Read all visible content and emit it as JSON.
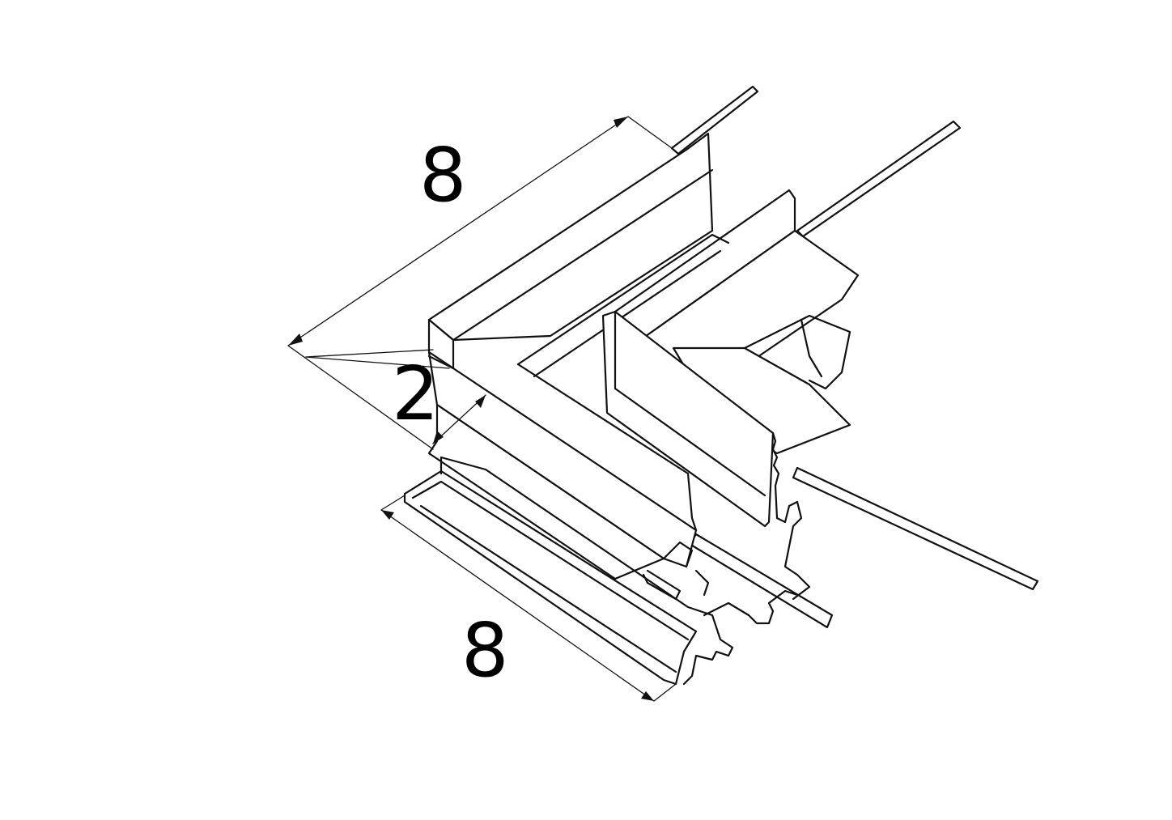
{
  "dimensions": {
    "top_length": "8",
    "depth": "2",
    "bottom_length": "8"
  },
  "colors": {
    "line": "#111111",
    "background": "#ffffff"
  }
}
